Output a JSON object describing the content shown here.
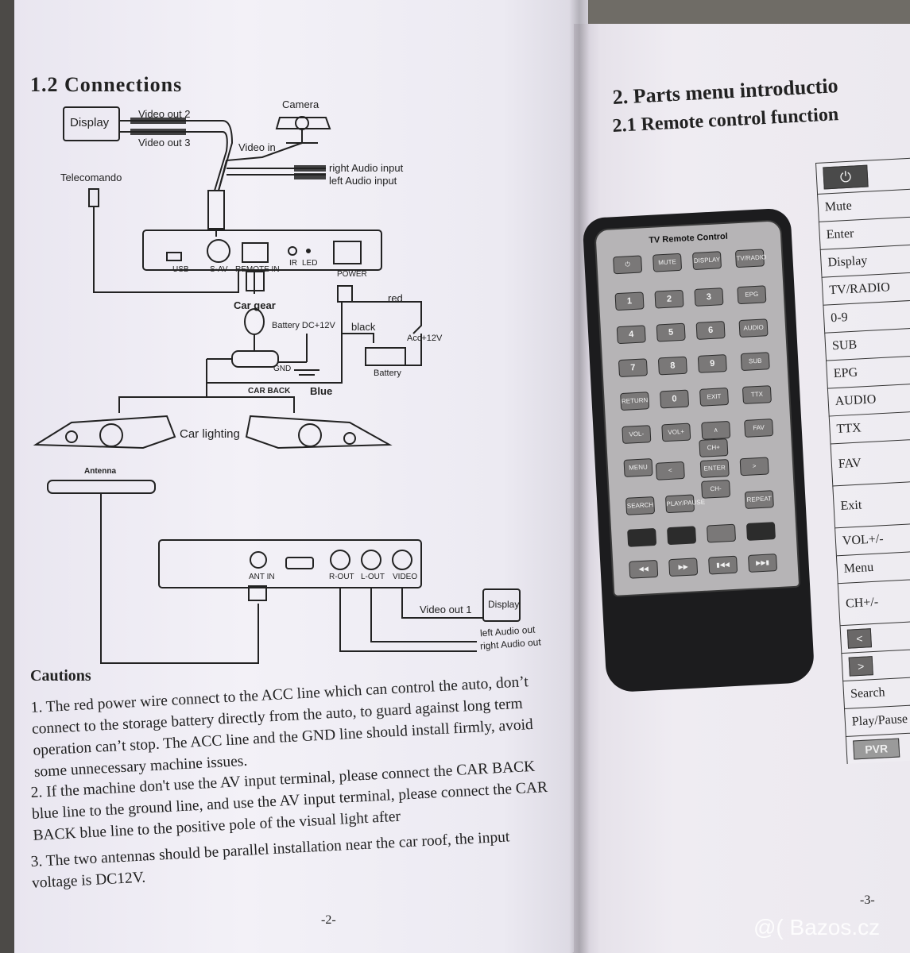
{
  "left_page": {
    "heading": "1.2  Connections",
    "page_number": "-2-",
    "diagram": {
      "display_top": "Display",
      "video_out_2": "Video out 2",
      "video_out_3": "Video out 3",
      "camera": "Camera",
      "video_in": "Video in",
      "right_audio_input": "right Audio input",
      "left_audio_input": "left Audio input",
      "telecomando": "Telecomando",
      "usb": "USB",
      "s_av": "S-AV",
      "remote_in": "REMOTE IN",
      "ir": "IR",
      "led": "LED",
      "power": "POWER",
      "car_gear": "Car gear",
      "red": "red",
      "battery_dc": "Battery  DC+12V",
      "black": "black",
      "acc": "Acc+12V",
      "battery": "Battery",
      "gnd": "GND",
      "car_back": "CAR BACK",
      "blue": "Blue",
      "car_lighting": "Car lighting",
      "antenna": "Antenna",
      "ant_in": "ANT IN",
      "r_out": "R-OUT",
      "l_out": "L-OUT",
      "video": "VIDEO",
      "video_out_1": "Video out 1",
      "display_bottom": "Display",
      "left_audio_out": "left Audio out",
      "right_audio_out": "right Audio out"
    },
    "cautions_title": "Cautions",
    "cautions": [
      "1. The red power wire connect to the ACC line which can control the auto, don’t connect to the storage battery directly from the auto, to guard against long term operation can’t stop. The ACC line and the GND line should install firmly, avoid some unnecessary machine issues.",
      "2. If the machine don't use the AV input terminal, please connect the CAR BACK blue line to the ground line, and use the AV input terminal, please connect the CAR BACK blue line to the positive pole of the visual light after",
      "3. The two antennas should be parallel installation near the car roof, the input voltage is DC12V."
    ]
  },
  "right_page": {
    "heading": "2.   Parts menu introductio",
    "subheading": "2.1  Remote control function",
    "page_number": "-3-",
    "remote": {
      "title": "TV Remote Control",
      "rows": [
        [
          "⏻",
          "MUTE",
          "DISPLAY",
          "TV/RADIO"
        ],
        [
          "1",
          "2",
          "3",
          "EPG"
        ],
        [
          "4",
          "5",
          "6",
          "AUDIO"
        ],
        [
          "7",
          "8",
          "9",
          "SUB"
        ],
        [
          "RETURN",
          "0",
          "EXIT",
          "TTX"
        ],
        [
          "VOL-",
          "VOL+",
          "∧",
          "FAV"
        ]
      ],
      "nav": {
        "up": "CH+",
        "down": "CH-",
        "enter": "ENTER",
        "left": "<",
        "right": ">",
        "menu": "MENU"
      },
      "lower": [
        "SEARCH",
        "PLAY/PAUSE",
        "REPEAT",
        "◀◀",
        "▶▶",
        "▮◀◀",
        "▶▶▮"
      ]
    },
    "functions": [
      "Mute",
      "Enter",
      "Display",
      "TV/RADIO",
      "0-9",
      "SUB",
      "EPG",
      "AUDIO",
      "TTX",
      "FAV",
      "Exit",
      "VOL+/-",
      "Menu",
      "CH+/-",
      "",
      "",
      "Search",
      "Play/Pause",
      "PVR"
    ]
  },
  "watermark": "@( Bazos.cz"
}
